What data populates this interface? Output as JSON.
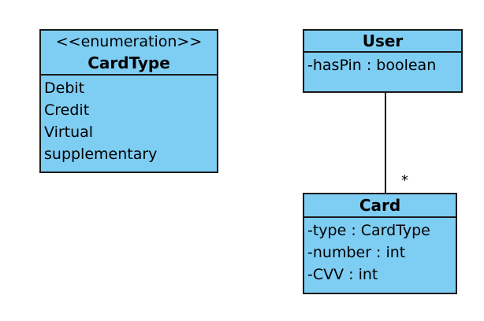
{
  "diagram": {
    "classes": {
      "card_type": {
        "stereotype": "<<enumeration>>",
        "name": "CardType",
        "items": [
          "Debit",
          "Credit",
          "Virtual",
          "supplementary"
        ]
      },
      "user": {
        "name": "User",
        "attributes": [
          "-hasPin : boolean"
        ]
      },
      "card": {
        "name": "Card",
        "attributes": [
          "-type : CardType",
          "-number : int",
          "-CVV : int"
        ]
      }
    },
    "association": {
      "from": "User",
      "to": "Card",
      "multiplicity_card_end": "*"
    }
  },
  "colors": {
    "class_fill": "#7ecdf3",
    "border": "#1a1a1a"
  }
}
